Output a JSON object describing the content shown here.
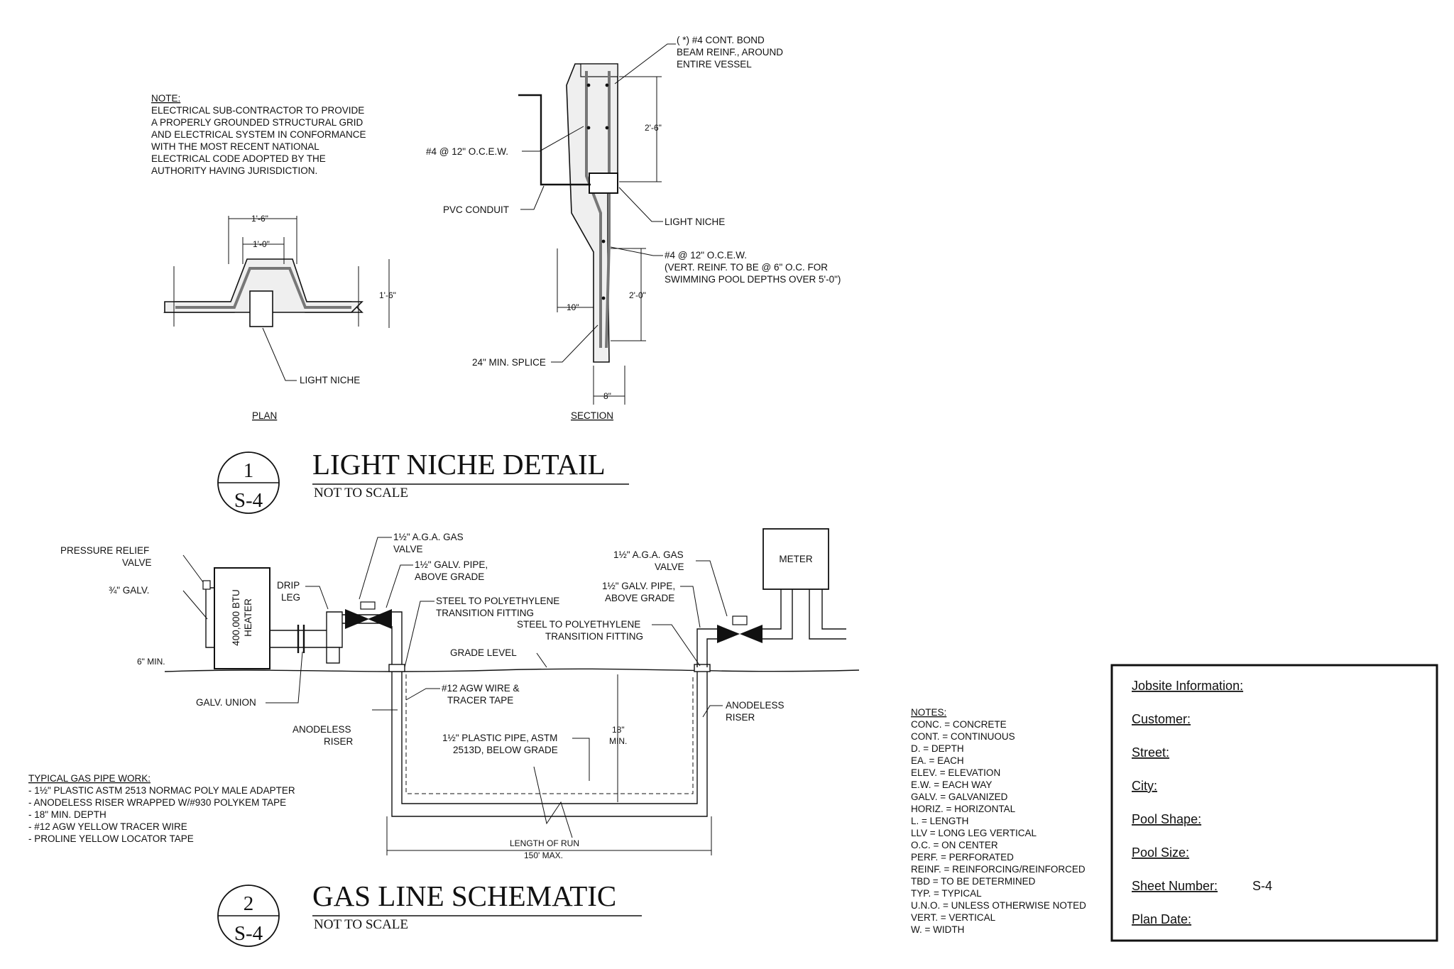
{
  "sheet": {
    "sheet_number": "S-4"
  },
  "note_block": {
    "heading": "NOTE:",
    "lines": [
      "ELECTRICAL SUB-CONTRACTOR TO PROVIDE",
      "A PROPERLY GROUNDED STRUCTURAL GRID",
      "AND ELECTRICAL SYSTEM IN CONFORMANCE",
      "WITH THE MOST RECENT NATIONAL",
      "ELECTRICAL CODE ADOPTED BY THE",
      "AUTHORITY HAVING JURISDICTION."
    ]
  },
  "detail1": {
    "number": "1",
    "sheet": "S-4",
    "title": "LIGHT NICHE DETAIL",
    "subtitle": "NOT TO SCALE",
    "plan": {
      "label": "PLAN",
      "dim_outer": "1'-6\"",
      "dim_inner": "1'-0\"",
      "dim_height": "1'-6\"",
      "callout_light_niche": "LIGHT NICHE"
    },
    "section": {
      "label": "SECTION",
      "bond_beam": [
        "( *) #4 CONT. BOND",
        "BEAM REINF., AROUND",
        "ENTIRE VESSEL"
      ],
      "dim_top": "2'-6\"",
      "rebar_upper": "#4 @ 12\" O.C.E.W.",
      "pvc": "PVC CONDUIT",
      "light_niche": "LIGHT NICHE",
      "rebar_lower": [
        "#4 @ 12\" O.C.E.W.",
        "(VERT. REINF. TO BE @ 6\" O.C. FOR",
        "SWIMMING POOL DEPTHS OVER 5'-0\")"
      ],
      "dim_10": "10\"",
      "dim_2_0": "2'-0\"",
      "splice": "24\" MIN. SPLICE",
      "dim_8": "8\""
    }
  },
  "detail2": {
    "number": "2",
    "sheet": "S-4",
    "title": "GAS LINE SCHEMATIC",
    "subtitle": "NOT TO SCALE",
    "labels": {
      "pressure_relief": [
        "PRESSURE RELIEF",
        "VALVE"
      ],
      "galv_34": "¾\" GALV.",
      "six_min": "6\" MIN.",
      "heater": [
        "400,000 BTU",
        "HEATER"
      ],
      "drip_leg": [
        "DRIP",
        "LEG"
      ],
      "galv_union": "GALV. UNION",
      "aga_valve_left": [
        "1½\" A.G.A. GAS",
        "VALVE"
      ],
      "galv_pipe_left": [
        "1½\" GALV. PIPE,",
        "ABOVE GRADE"
      ],
      "steel_poly_left": [
        "STEEL TO POLYETHYLENE",
        "TRANSITION FITTING"
      ],
      "grade_level": "GRADE LEVEL",
      "agw_wire": [
        "#12 AGW WIRE &",
        "TRACER TAPE"
      ],
      "anodeless_left": [
        "ANODELESS",
        "RISER"
      ],
      "plastic_pipe": [
        "1½\" PLASTIC PIPE, ASTM",
        "2513D, BELOW GRADE"
      ],
      "depth_18": [
        "18\"",
        "MIN."
      ],
      "length_run": [
        "LENGTH OF RUN",
        "150' MAX."
      ],
      "aga_valve_right": [
        "1½\" A.G.A. GAS",
        "VALVE"
      ],
      "galv_pipe_right": [
        "1½\" GALV. PIPE,",
        "ABOVE GRADE"
      ],
      "steel_poly_right": [
        "STEEL TO POLYETHYLENE",
        "TRANSITION FITTING"
      ],
      "anodeless_right": [
        "ANODELESS",
        "RISER"
      ],
      "meter": "METER"
    }
  },
  "typical_gas": {
    "heading": "TYPICAL GAS PIPE WORK:",
    "lines": [
      "- 1½\" PLASTIC ASTM 2513 NORMAC POLY MALE ADAPTER",
      "- ANODELESS RISER WRAPPED W/#930 POLYKEM TAPE",
      "- 18\" MIN. DEPTH",
      "- #12 AGW YELLOW TRACER WIRE",
      "- PROLINE YELLOW LOCATOR TAPE"
    ]
  },
  "abbrev_notes": {
    "heading": "NOTES:",
    "lines": [
      "CONC. = CONCRETE",
      "CONT. = CONTINUOUS",
      "D. = DEPTH",
      "EA. = EACH",
      "ELEV. = ELEVATION",
      "E.W. = EACH WAY",
      "GALV. = GALVANIZED",
      "HORIZ. = HORIZONTAL",
      "L. = LENGTH",
      "LLV = LONG LEG VERTICAL",
      "O.C. = ON CENTER",
      "PERF. = PERFORATED",
      "REINF. = REINFORCING/REINFORCED",
      "TBD = TO BE DETERMINED",
      "TYP. = TYPICAL",
      "U.N.O. = UNLESS OTHERWISE NOTED",
      "VERT. = VERTICAL",
      "W. = WIDTH"
    ]
  },
  "jobsite": {
    "heading": "Jobsite Information:",
    "fields": [
      {
        "label": "Customer:",
        "value": ""
      },
      {
        "label": "Street:",
        "value": ""
      },
      {
        "label": "City:",
        "value": ""
      },
      {
        "label": "Pool Shape:",
        "value": ""
      },
      {
        "label": "Pool Size:",
        "value": ""
      },
      {
        "label": "Sheet Number:",
        "value": "S-4"
      },
      {
        "label": "Plan Date:",
        "value": ""
      }
    ]
  }
}
